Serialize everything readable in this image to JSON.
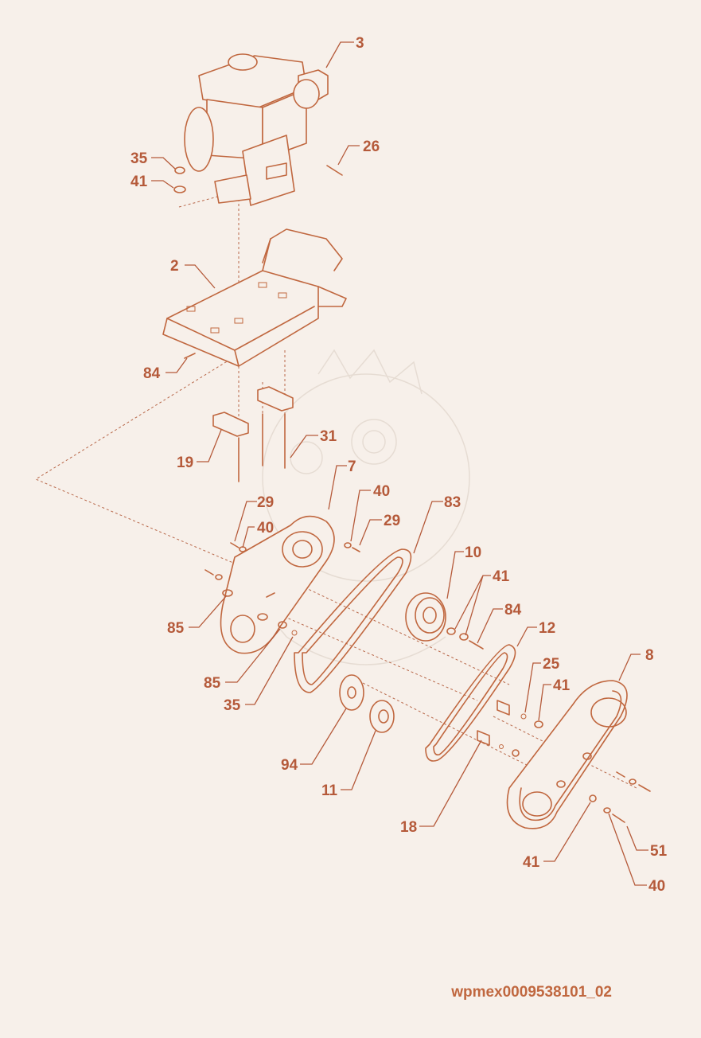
{
  "diagram": {
    "reference_code": "wpmex0009538101_02",
    "callouts": {
      "c3": "3",
      "c26": "26",
      "c35a": "35",
      "c41a": "41",
      "c2": "2",
      "c84a": "84",
      "c19": "19",
      "c31": "31",
      "c7": "7",
      "c40a": "40",
      "c29a": "29",
      "c29b": "29",
      "c40b": "40",
      "c83": "83",
      "c10": "10",
      "c41b": "41",
      "c84b": "84",
      "c12": "12",
      "c85a": "85",
      "c85b": "85",
      "c35b": "35",
      "c25": "25",
      "c41c": "41",
      "c8": "8",
      "c94": "94",
      "c11": "11",
      "c18": "18",
      "c51": "51",
      "c41d": "41",
      "c40c": "40"
    },
    "colors": {
      "line": "#c0673f",
      "label": "#b55a3a",
      "background": "#f7f0ea"
    }
  }
}
